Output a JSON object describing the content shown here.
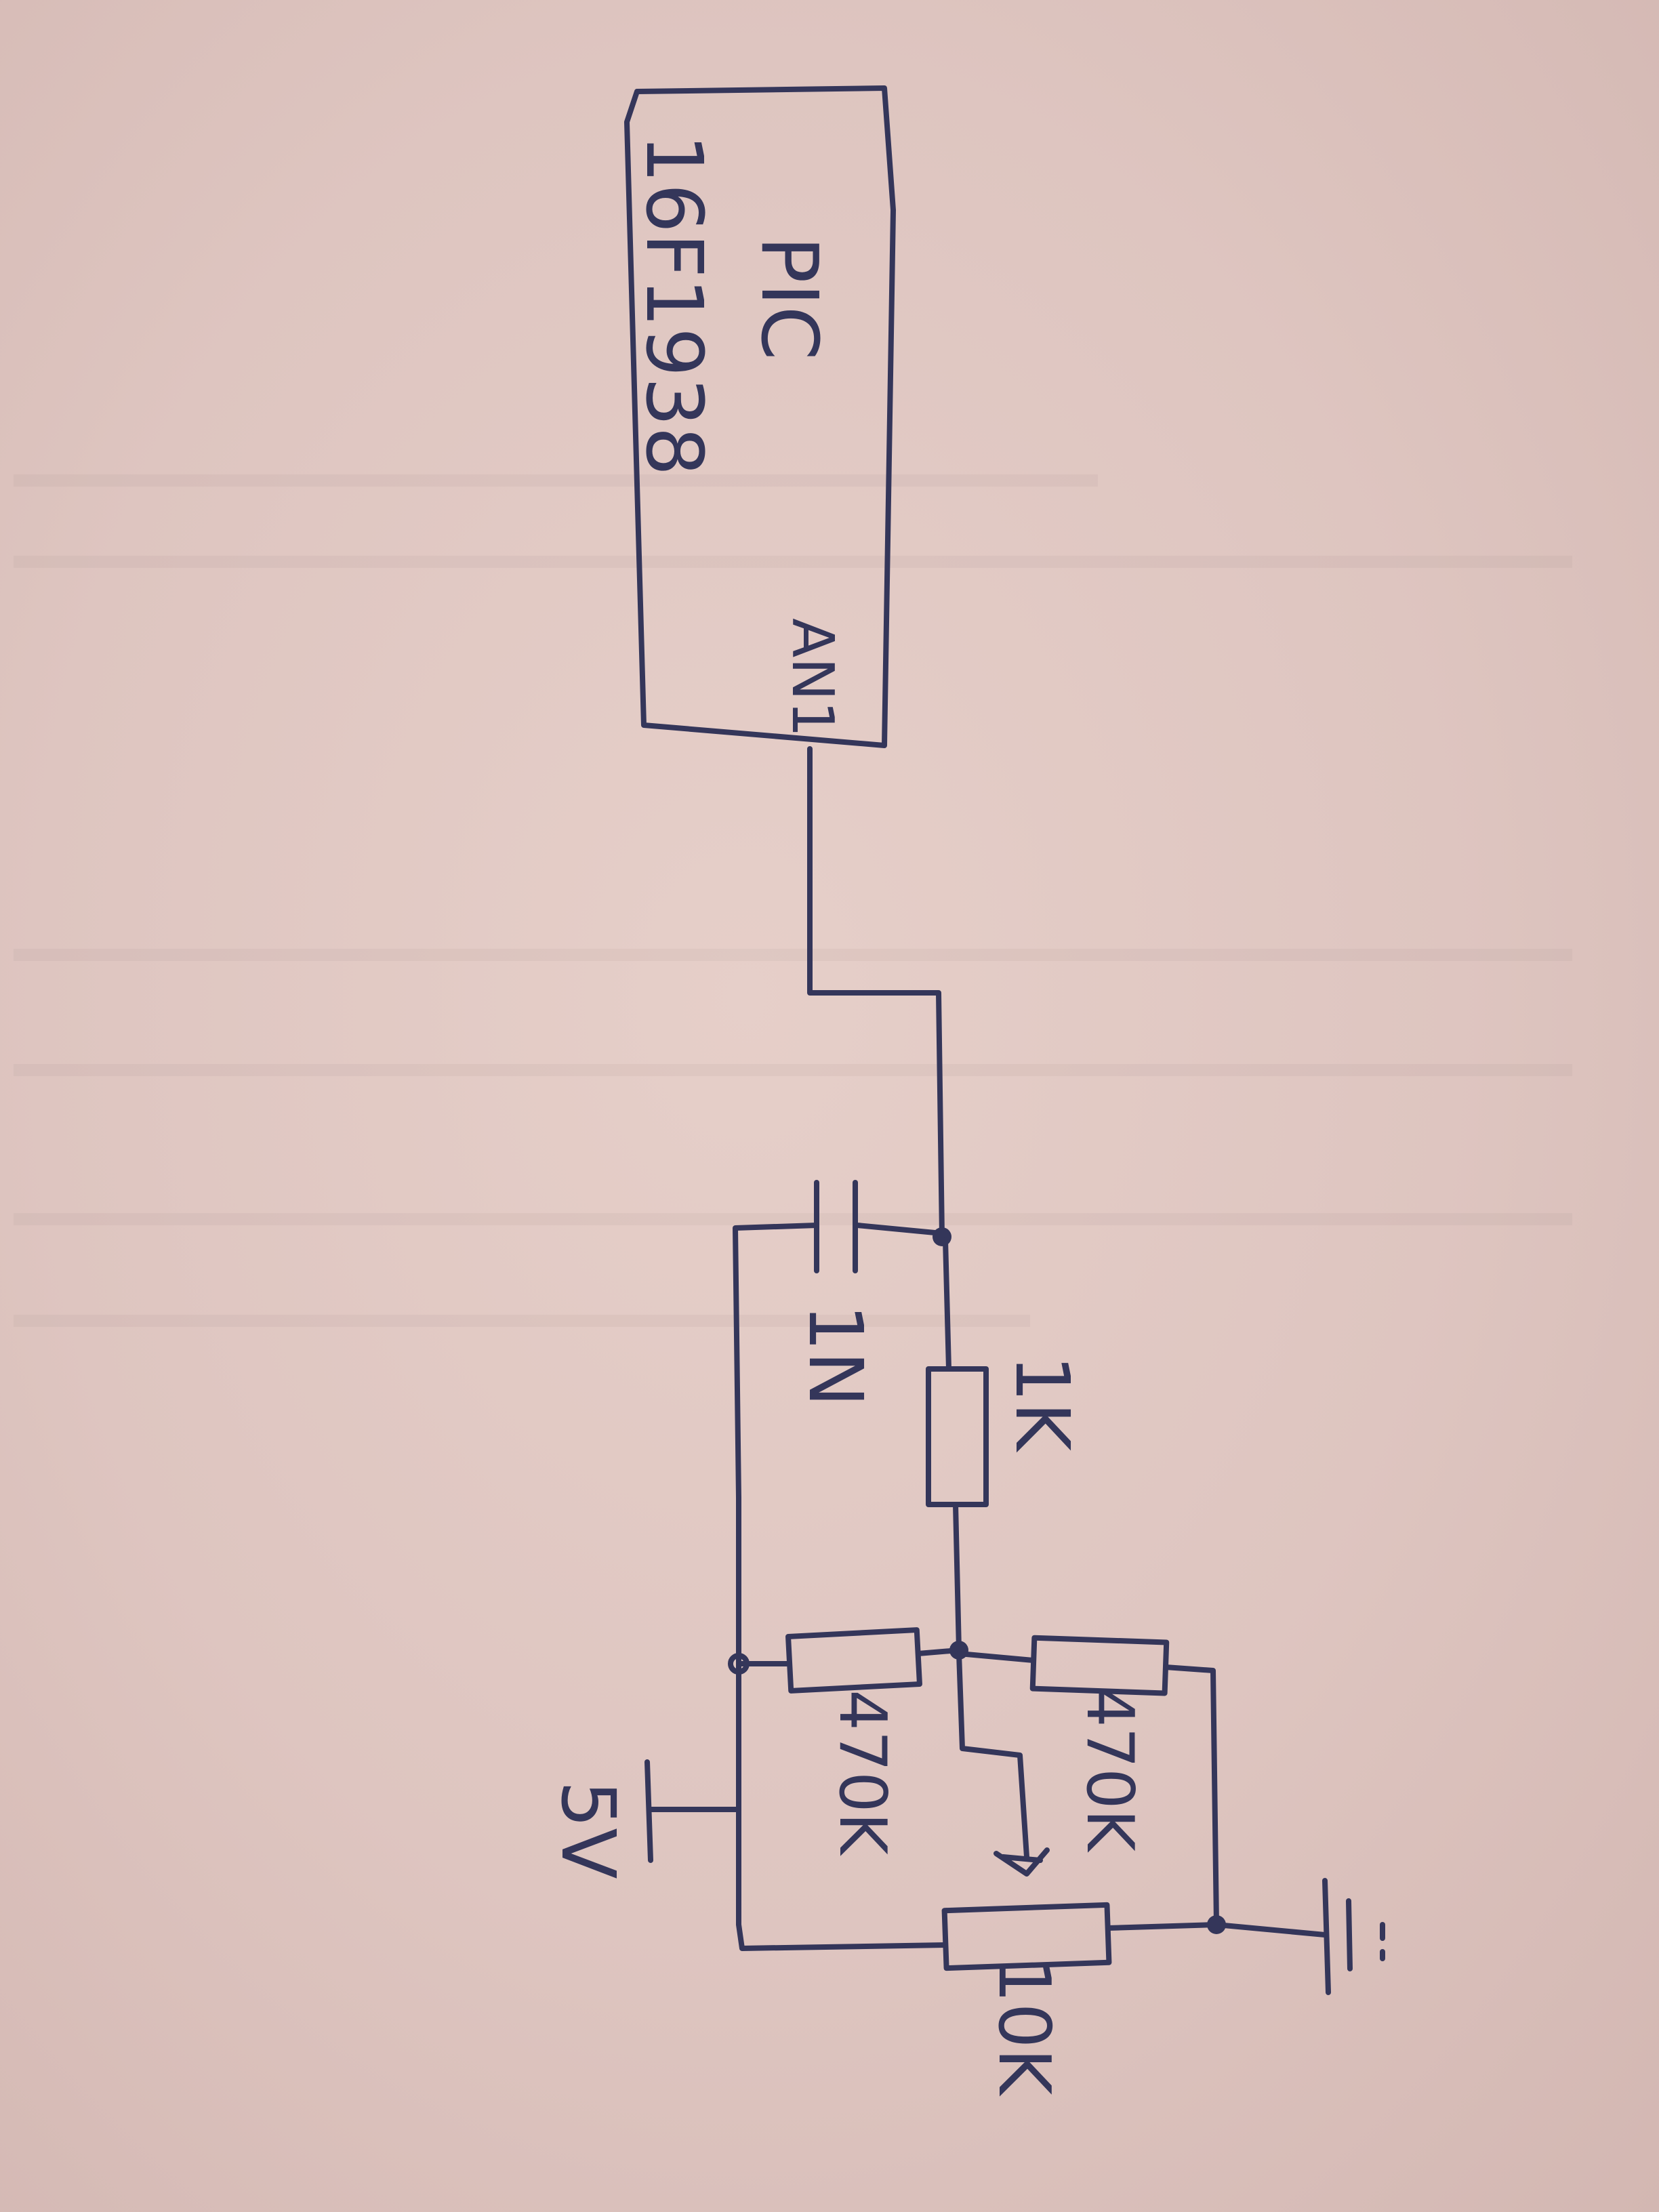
{
  "chip": {
    "line1": "PIC",
    "line2": "16F1938",
    "pin": "AN1"
  },
  "components": {
    "capacitor": "1N",
    "resistor_series": "1K",
    "resistor_upper": "470K",
    "resistor_lower": "470K",
    "potentiometer": "10K"
  },
  "supply": {
    "label": "5V"
  },
  "colors": {
    "ink": "#34365a",
    "paper": "#dcc2bd"
  }
}
